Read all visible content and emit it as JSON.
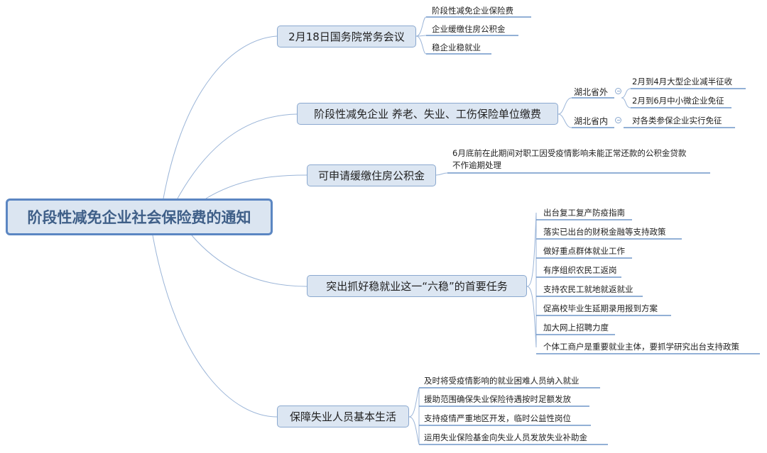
{
  "root": "阶段性减免企业社会保险费的通知",
  "branches": [
    {
      "label": "2月18日国务院常务会议",
      "leaves": [
        "阶段性减免企业保险费",
        "企业缓缴住房公积金",
        "稳企业稳就业"
      ]
    },
    {
      "label": "阶段性减免企业 养老、失业、工伤保险单位缴费",
      "groups": [
        {
          "label": "湖北省外",
          "leaves": [
            "2月到4月大型企业减半征收",
            "2月到6月中小微企业免征"
          ]
        },
        {
          "label": "湖北省内",
          "leaves": [
            "对各类参保企业实行免征"
          ]
        }
      ]
    },
    {
      "label": "可申请缓缴住房公积金",
      "leaves": [
        "6月底前在此期间对职工因受疫情影响未能正常还款的公积金贷款",
        "不作逾期处理"
      ]
    },
    {
      "label": "突出抓好稳就业这一“六稳”的首要任务",
      "leaves": [
        "出台复工复产防疫指南",
        "落实已出台的财税金融等支持政策",
        "做好重点群体就业工作",
        "有序组织农民工返岗",
        "支持农民工就地就返就业",
        "促高校毕业生延期录用报到方案",
        "加大网上招聘力度",
        "个体工商户是重要就业主体，要抓学研究出台支持政策"
      ]
    },
    {
      "label": "保障失业人员基本生活",
      "leaves": [
        "及时将受疫情影响的就业困难人员纳入就业",
        "援助范围确保失业保险待遇按时足额发放",
        "支持疫情严重地区开发，临时公益性岗位",
        "运用失业保险基金向失业人员发放失业补助金"
      ]
    }
  ]
}
